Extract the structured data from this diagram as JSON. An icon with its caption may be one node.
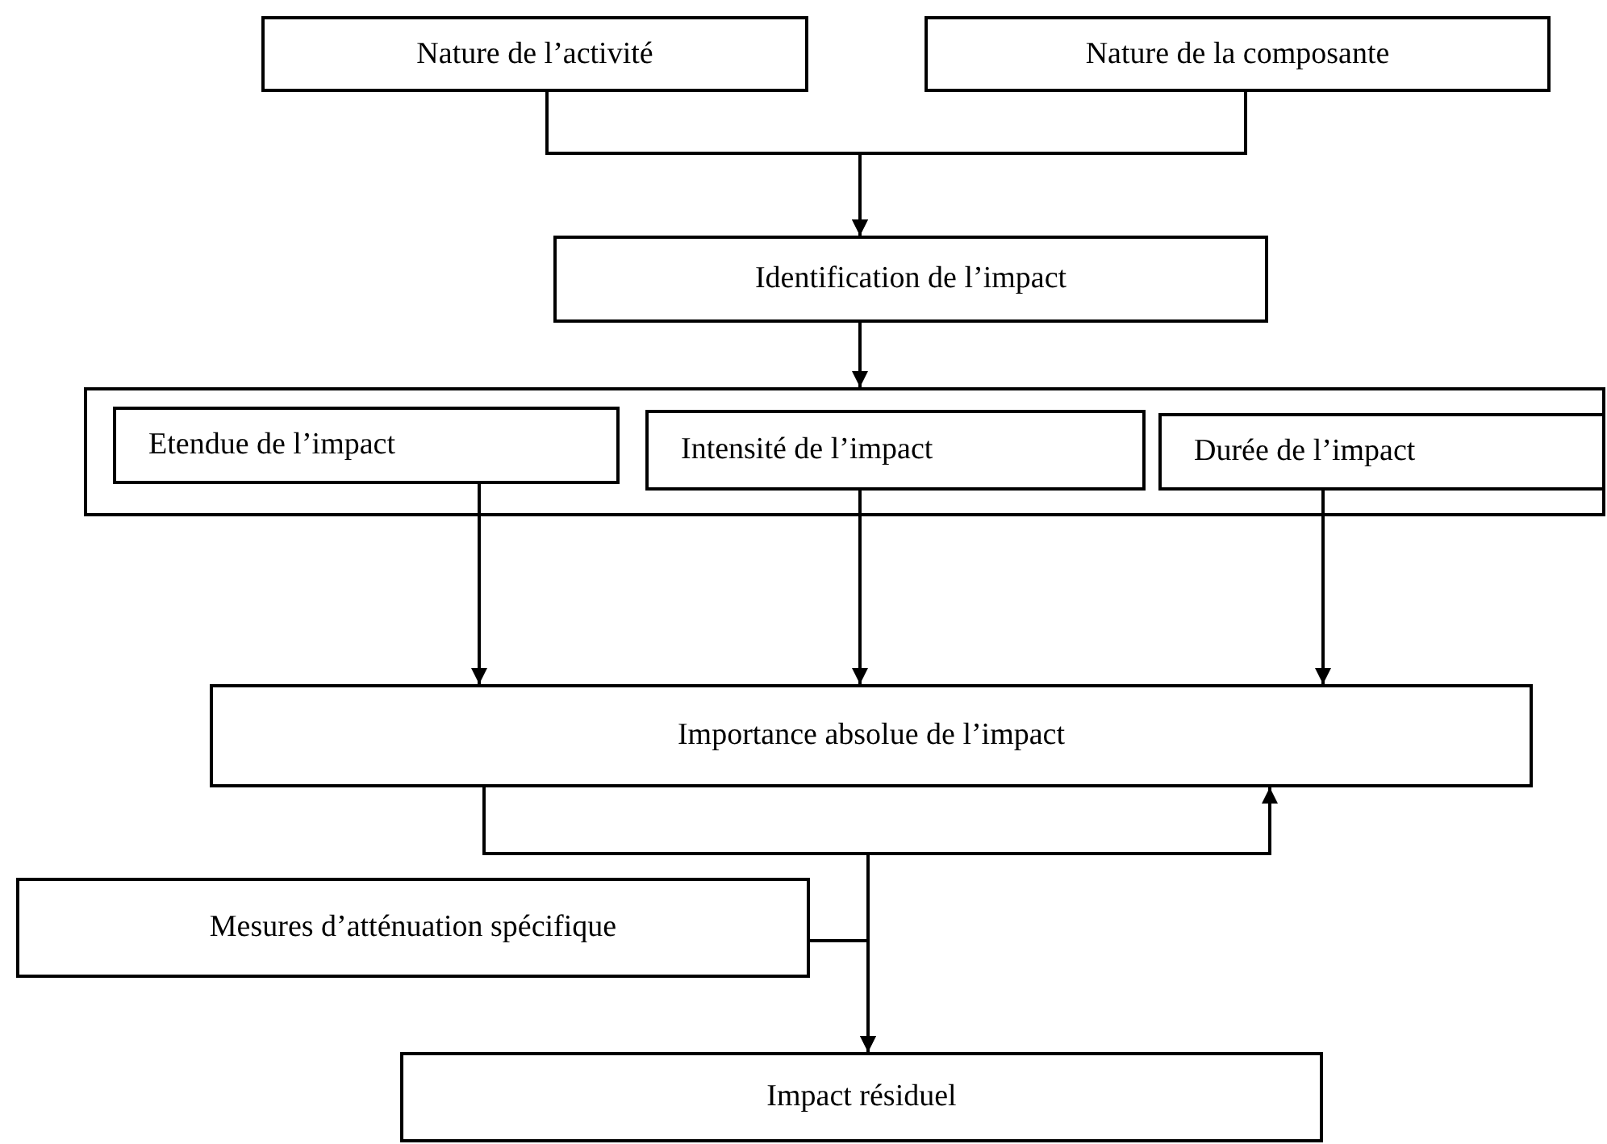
{
  "diagram": {
    "nodes": [
      {
        "text": [
          "Nature de l’activité"
        ]
      },
      {
        "text": [
          "Nature de la composante"
        ]
      },
      {
        "text": [
          "Identification de l’impact"
        ]
      },
      {
        "text": [],
        "shape": "box"
      },
      {
        "text": [
          "Etendue de l’impact"
        ],
        "in": 3
      },
      {
        "text": [
          "Intensité de l’impact"
        ],
        "in": 3
      },
      {
        "text": [
          "Durée de l’impact"
        ],
        "in": 3
      },
      {
        "text": [
          "Importance absolue de l’impact"
        ]
      },
      {
        "text": [
          "Mesures d’atténuation spécifique"
        ]
      },
      {
        "text": [
          "Impact résiduel"
        ]
      }
    ],
    "edges": [
      {
        "from": 0,
        "to": 2,
        "arrow": "to"
      },
      {
        "from": 1,
        "to": 2,
        "arrow": "to"
      },
      {
        "from": 2,
        "to": 3,
        "arrow": "to"
      },
      {
        "from": 4,
        "to": 7,
        "arrow": "to"
      },
      {
        "from": 5,
        "to": 7,
        "arrow": "to"
      },
      {
        "from": 6,
        "to": 7,
        "arrow": "to"
      },
      {
        "from": 7,
        "to": 9,
        "arrow": "to"
      },
      {
        "from": 8,
        "to": 9,
        "arrow": "to"
      },
      {
        "from": 8,
        "to": 7,
        "arrow": "to"
      }
    ]
  }
}
